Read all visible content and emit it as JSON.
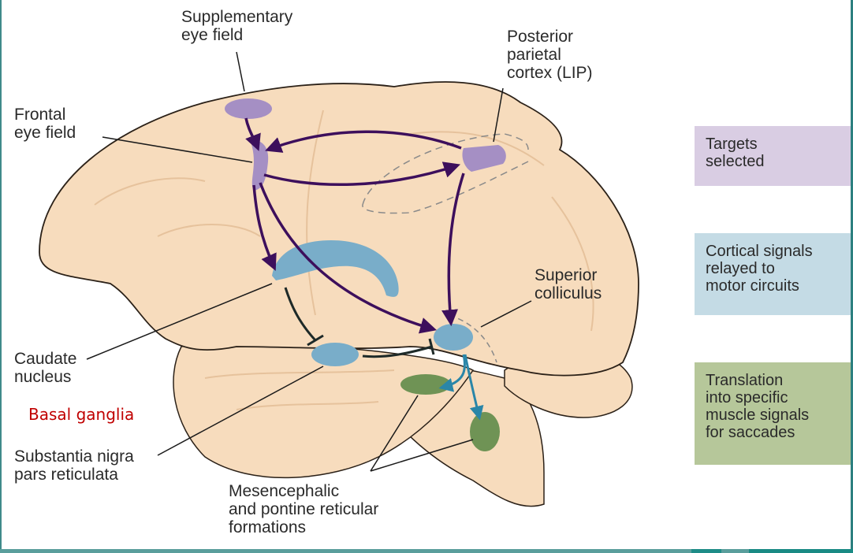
{
  "labels": {
    "supplementary_eye_field": "Supplementary\neye field",
    "frontal_eye_field": "Frontal\neye field",
    "posterior_parietal_cortex": "Posterior\nparietal\ncortex (LIP)",
    "superior_colliculus": "Superior\ncolliculus",
    "caudate_nucleus": "Caudate\nnucleus",
    "basal_ganglia": "Basal ganglia",
    "substantia_nigra": "Substantia nigra\npars reticulata",
    "reticular_formations": "Mesencephalic\nand pontine reticular\nformations"
  },
  "legend": [
    {
      "text": "Targets\nselected",
      "color": "#d9cde3"
    },
    {
      "text": "Cortical signals\nrelayed to\nmotor circuits",
      "color": "#c4dbe5"
    },
    {
      "text": "Translation\ninto specific\nmuscle signals\nfor saccades",
      "color": "#b6c79a"
    }
  ],
  "colors": {
    "brain_fill": "#f7dcbd",
    "brain_outline": "#2b2118",
    "cortical_area": "#a58fc4",
    "pathway_arrow": "#3d0f5c",
    "relay_nucleus": "#79adc9",
    "motor_nucleus": "#6f9355",
    "colliculus_arrow": "#2a86a8",
    "inhibitory_line": "#1e2a28"
  }
}
